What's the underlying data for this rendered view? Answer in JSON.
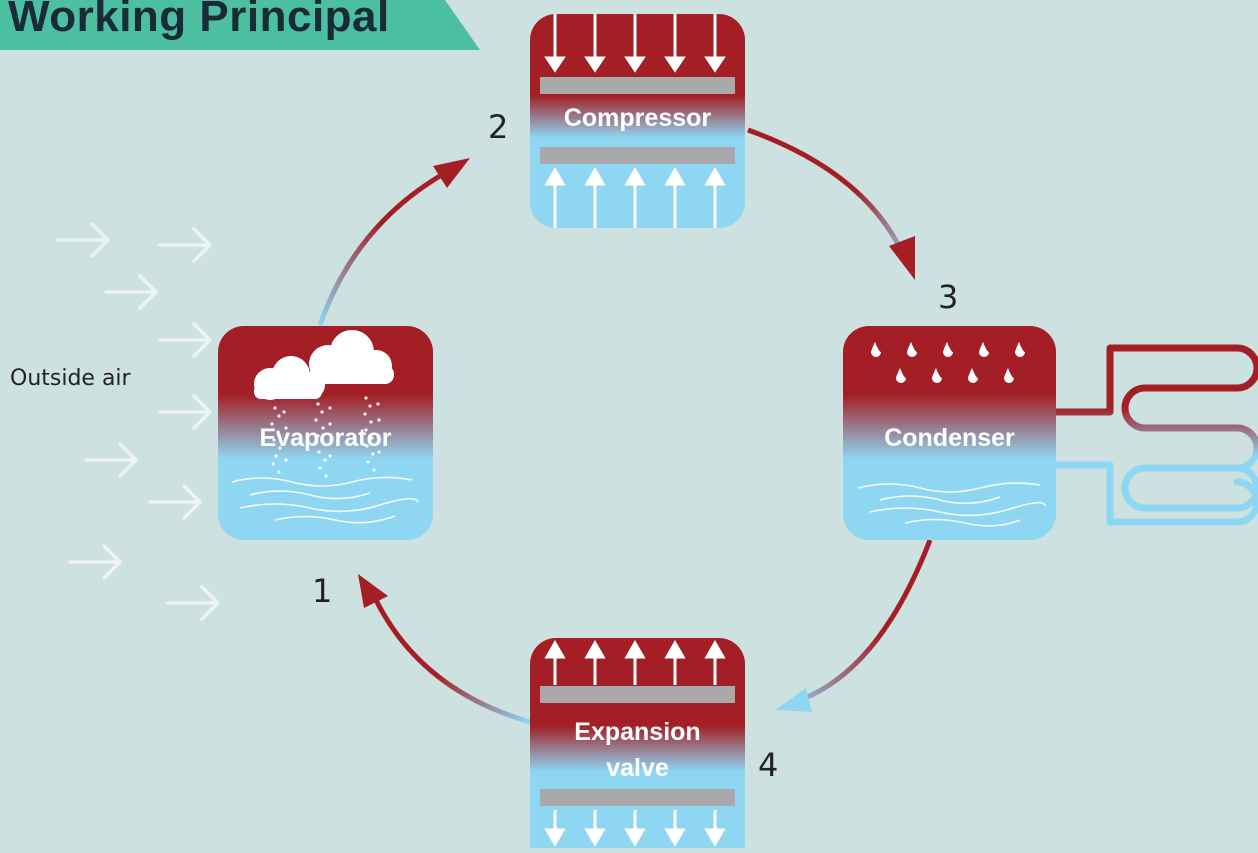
{
  "title": "Working Principal",
  "outside_air_label": "Outside air",
  "components": {
    "compressor": "Compressor",
    "condenser": "Condenser",
    "expansion_valve_line1": "Expansion",
    "expansion_valve_line2": "valve",
    "evaporator": "Evaporator"
  },
  "steps": [
    "1",
    "2",
    "3",
    "4"
  ],
  "colors": {
    "background": "#cde1e0",
    "hot": "#a31f25",
    "cold": "#8fd6f3",
    "banner": "#4cbfa3",
    "plate": "#a9a9ac"
  }
}
